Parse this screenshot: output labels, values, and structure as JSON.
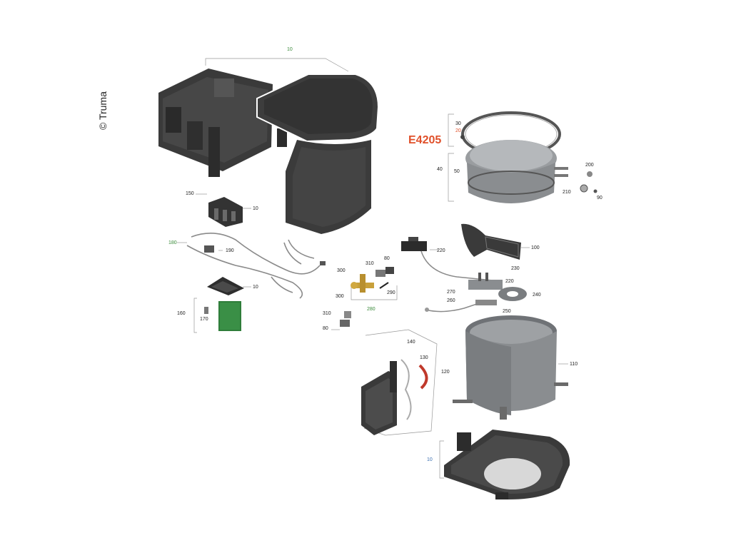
{
  "copyright": "© Truma",
  "highlight_code": "E4205",
  "labels": {
    "l10_top": "10",
    "l150": "150",
    "l10_b": "10",
    "l180": "180",
    "l190": "190",
    "l10_c": "10",
    "l160": "160",
    "l170": "170",
    "l20": "20",
    "l30": "30",
    "l40": "40",
    "l50": "50",
    "l200": "200",
    "l210": "210",
    "l90": "90",
    "l220a": "220",
    "l100": "100",
    "l80a": "80",
    "l310a": "310",
    "l300a": "300",
    "l300b": "300",
    "l290": "290",
    "l280": "280",
    "l230": "230",
    "l220b": "220",
    "l270": "270",
    "l260": "260",
    "l240": "240",
    "l250": "250",
    "l310b": "310",
    "l80b": "80",
    "l110": "110",
    "l140": "140",
    "l130": "130",
    "l120": "120",
    "l10_d": "10"
  },
  "colors": {
    "part_dark": "#3a3a3a",
    "part_mid": "#5a5a5a",
    "part_grey": "#8a8d90",
    "board_green": "#2f7d3a",
    "brass": "#c8a03a",
    "red_accent": "#c0392b"
  }
}
